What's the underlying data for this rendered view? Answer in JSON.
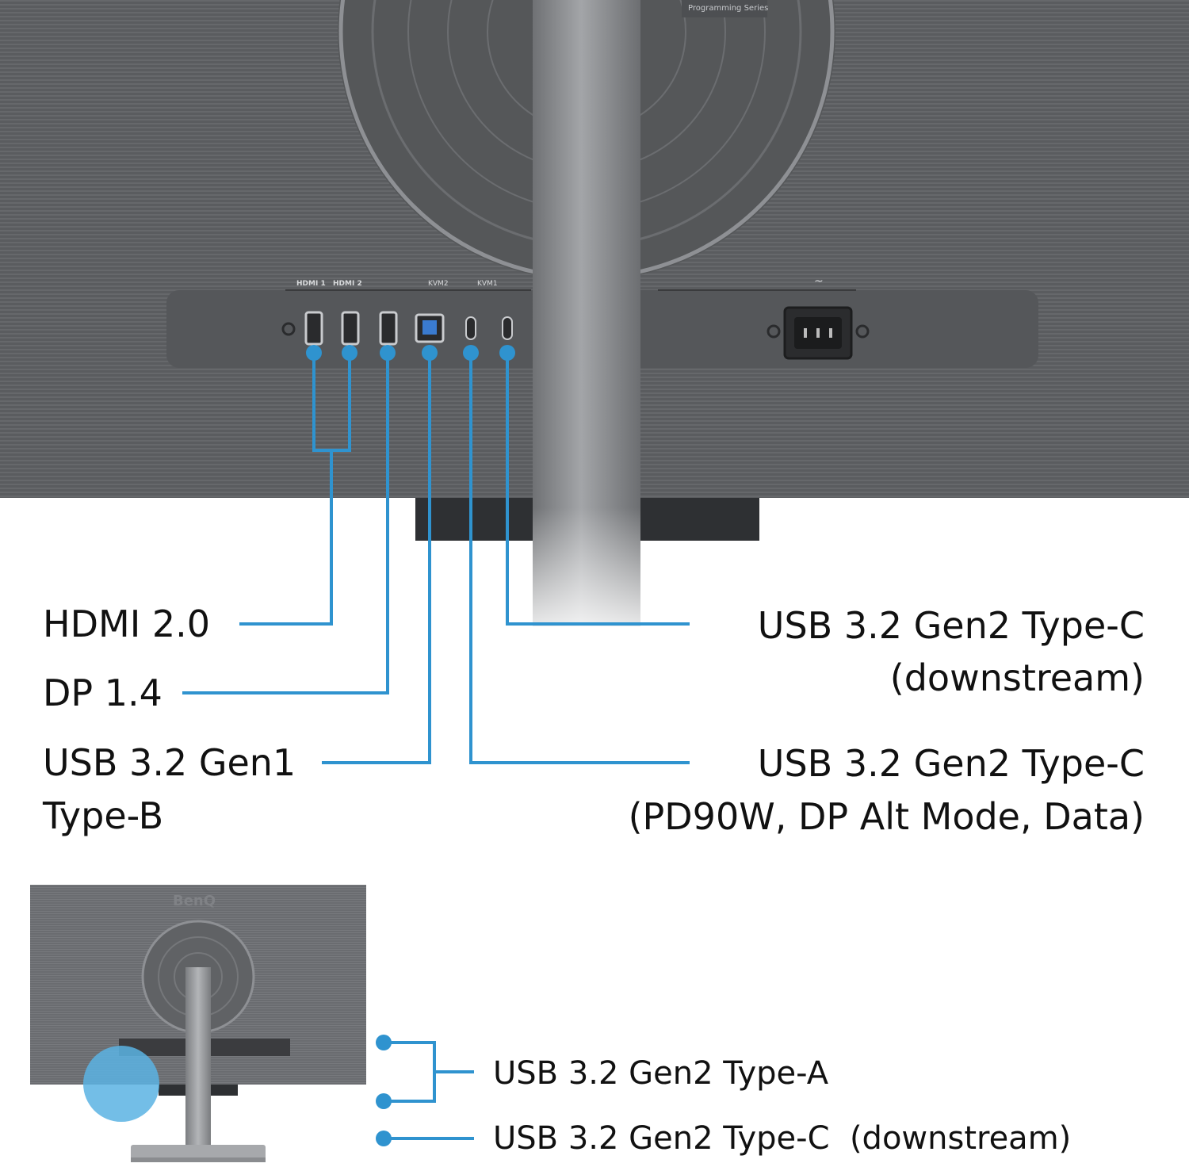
{
  "product": {
    "series_label": "Programming Series",
    "brand": "BenQ"
  },
  "port_markings": {
    "hdmi1": "HDMI 1",
    "hdmi2": "HDMI 2",
    "kvm2": "KVM2",
    "kvm1": "KVM1",
    "power": "~"
  },
  "callouts": {
    "hdmi": "HDMI 2.0",
    "dp": "DP 1.4",
    "usb_b_line1": "USB 3.2 Gen1",
    "usb_b_line2": "Type-B",
    "usbc_down_line1": "USB 3.2 Gen2 Type-C",
    "usbc_down_line2": "(downstream)",
    "usbc_pd_line1": "USB 3.2 Gen2 Type-C",
    "usbc_pd_line2": "(PD90W, DP Alt Mode, Data)",
    "side_usba": "USB 3.2 Gen2 Type-A",
    "side_usbc": "USB 3.2 Gen2 Type-C  (downstream)"
  },
  "colors": {
    "callout_blue": "#2f93cf",
    "panel_grey": "#5c5e61",
    "stand_silver": "#8a8c8f",
    "highlight_blue": "#5bb3e3"
  }
}
